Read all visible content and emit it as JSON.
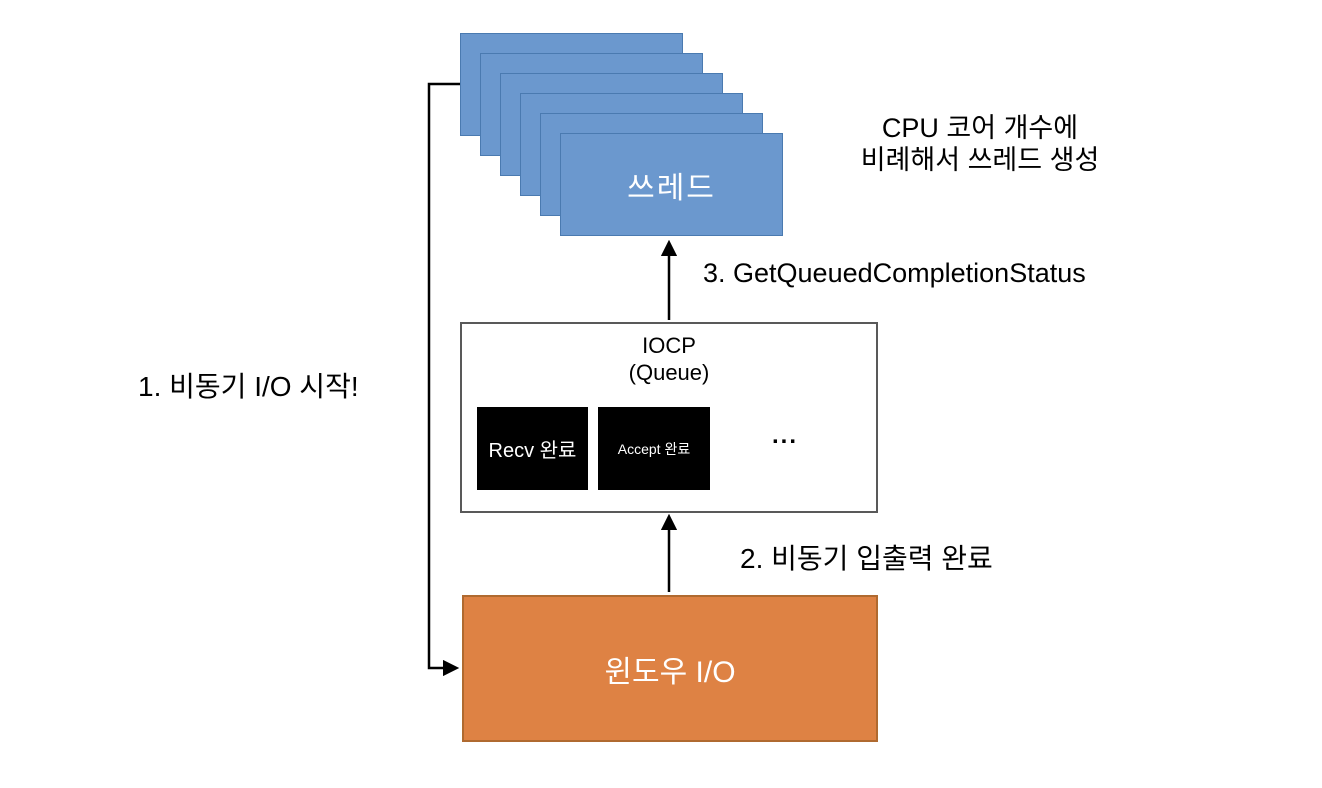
{
  "diagram": {
    "thread_stack": {
      "label": "쓰레드",
      "count": 6
    },
    "note": {
      "line1": "CPU 코어 개수에",
      "line2": "비례해서 쓰레드 생성"
    },
    "steps": {
      "step1": "1. 비동기 I/O 시작!",
      "step2": "2. 비동기 입출력 완료",
      "step3": "3. GetQueuedCompletionStatus"
    },
    "iocp": {
      "title": "IOCP",
      "subtitle": "(Queue)",
      "queue_items": [
        "Recv 완료",
        "Accept 완료"
      ],
      "ellipsis": "..."
    },
    "windows_io": {
      "label": "윈도우 I/O"
    },
    "colors": {
      "thread_fill": "#6B98CE",
      "thread_border": "#4A7AB0",
      "io_fill": "#DE8244",
      "io_border": "#B06A30",
      "queue_item_bg": "#000000",
      "queue_item_text": "#FFFFFF",
      "iocp_border": "#595959",
      "arrow": "#000000"
    }
  }
}
